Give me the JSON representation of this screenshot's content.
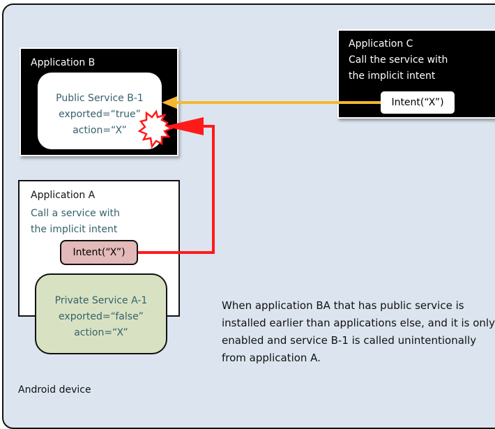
{
  "device": {
    "label": "Android device"
  },
  "app_b": {
    "title": "Application B",
    "service": {
      "name": "Public Service B-1",
      "exported": "exported=“true”",
      "action": "action=“X”"
    }
  },
  "app_c": {
    "title": "Application C",
    "desc_line1": "Call the service with",
    "desc_line2": "the implicit intent",
    "intent": "Intent(“X”)"
  },
  "app_a": {
    "title": "Application A",
    "desc_line1": "Call a service with",
    "desc_line2": "the implicit intent",
    "intent": "Intent(“X”)",
    "service": {
      "name": "Private Service A-1",
      "exported": "exported=“false”",
      "action": "action=“X”"
    }
  },
  "note": {
    "text": "When application BA that has public service is installed earlier than applications else, and it is only enabled and service B-1 is called unintentionally from application A."
  },
  "colors": {
    "device_bg": "#dce5ef",
    "service_text": "#35606b",
    "arrow_c": "#f5b731",
    "arrow_a": "#ff1a1a",
    "intent_a_bg": "#e3b9b9",
    "private_service_bg": "#d8e2c2"
  }
}
